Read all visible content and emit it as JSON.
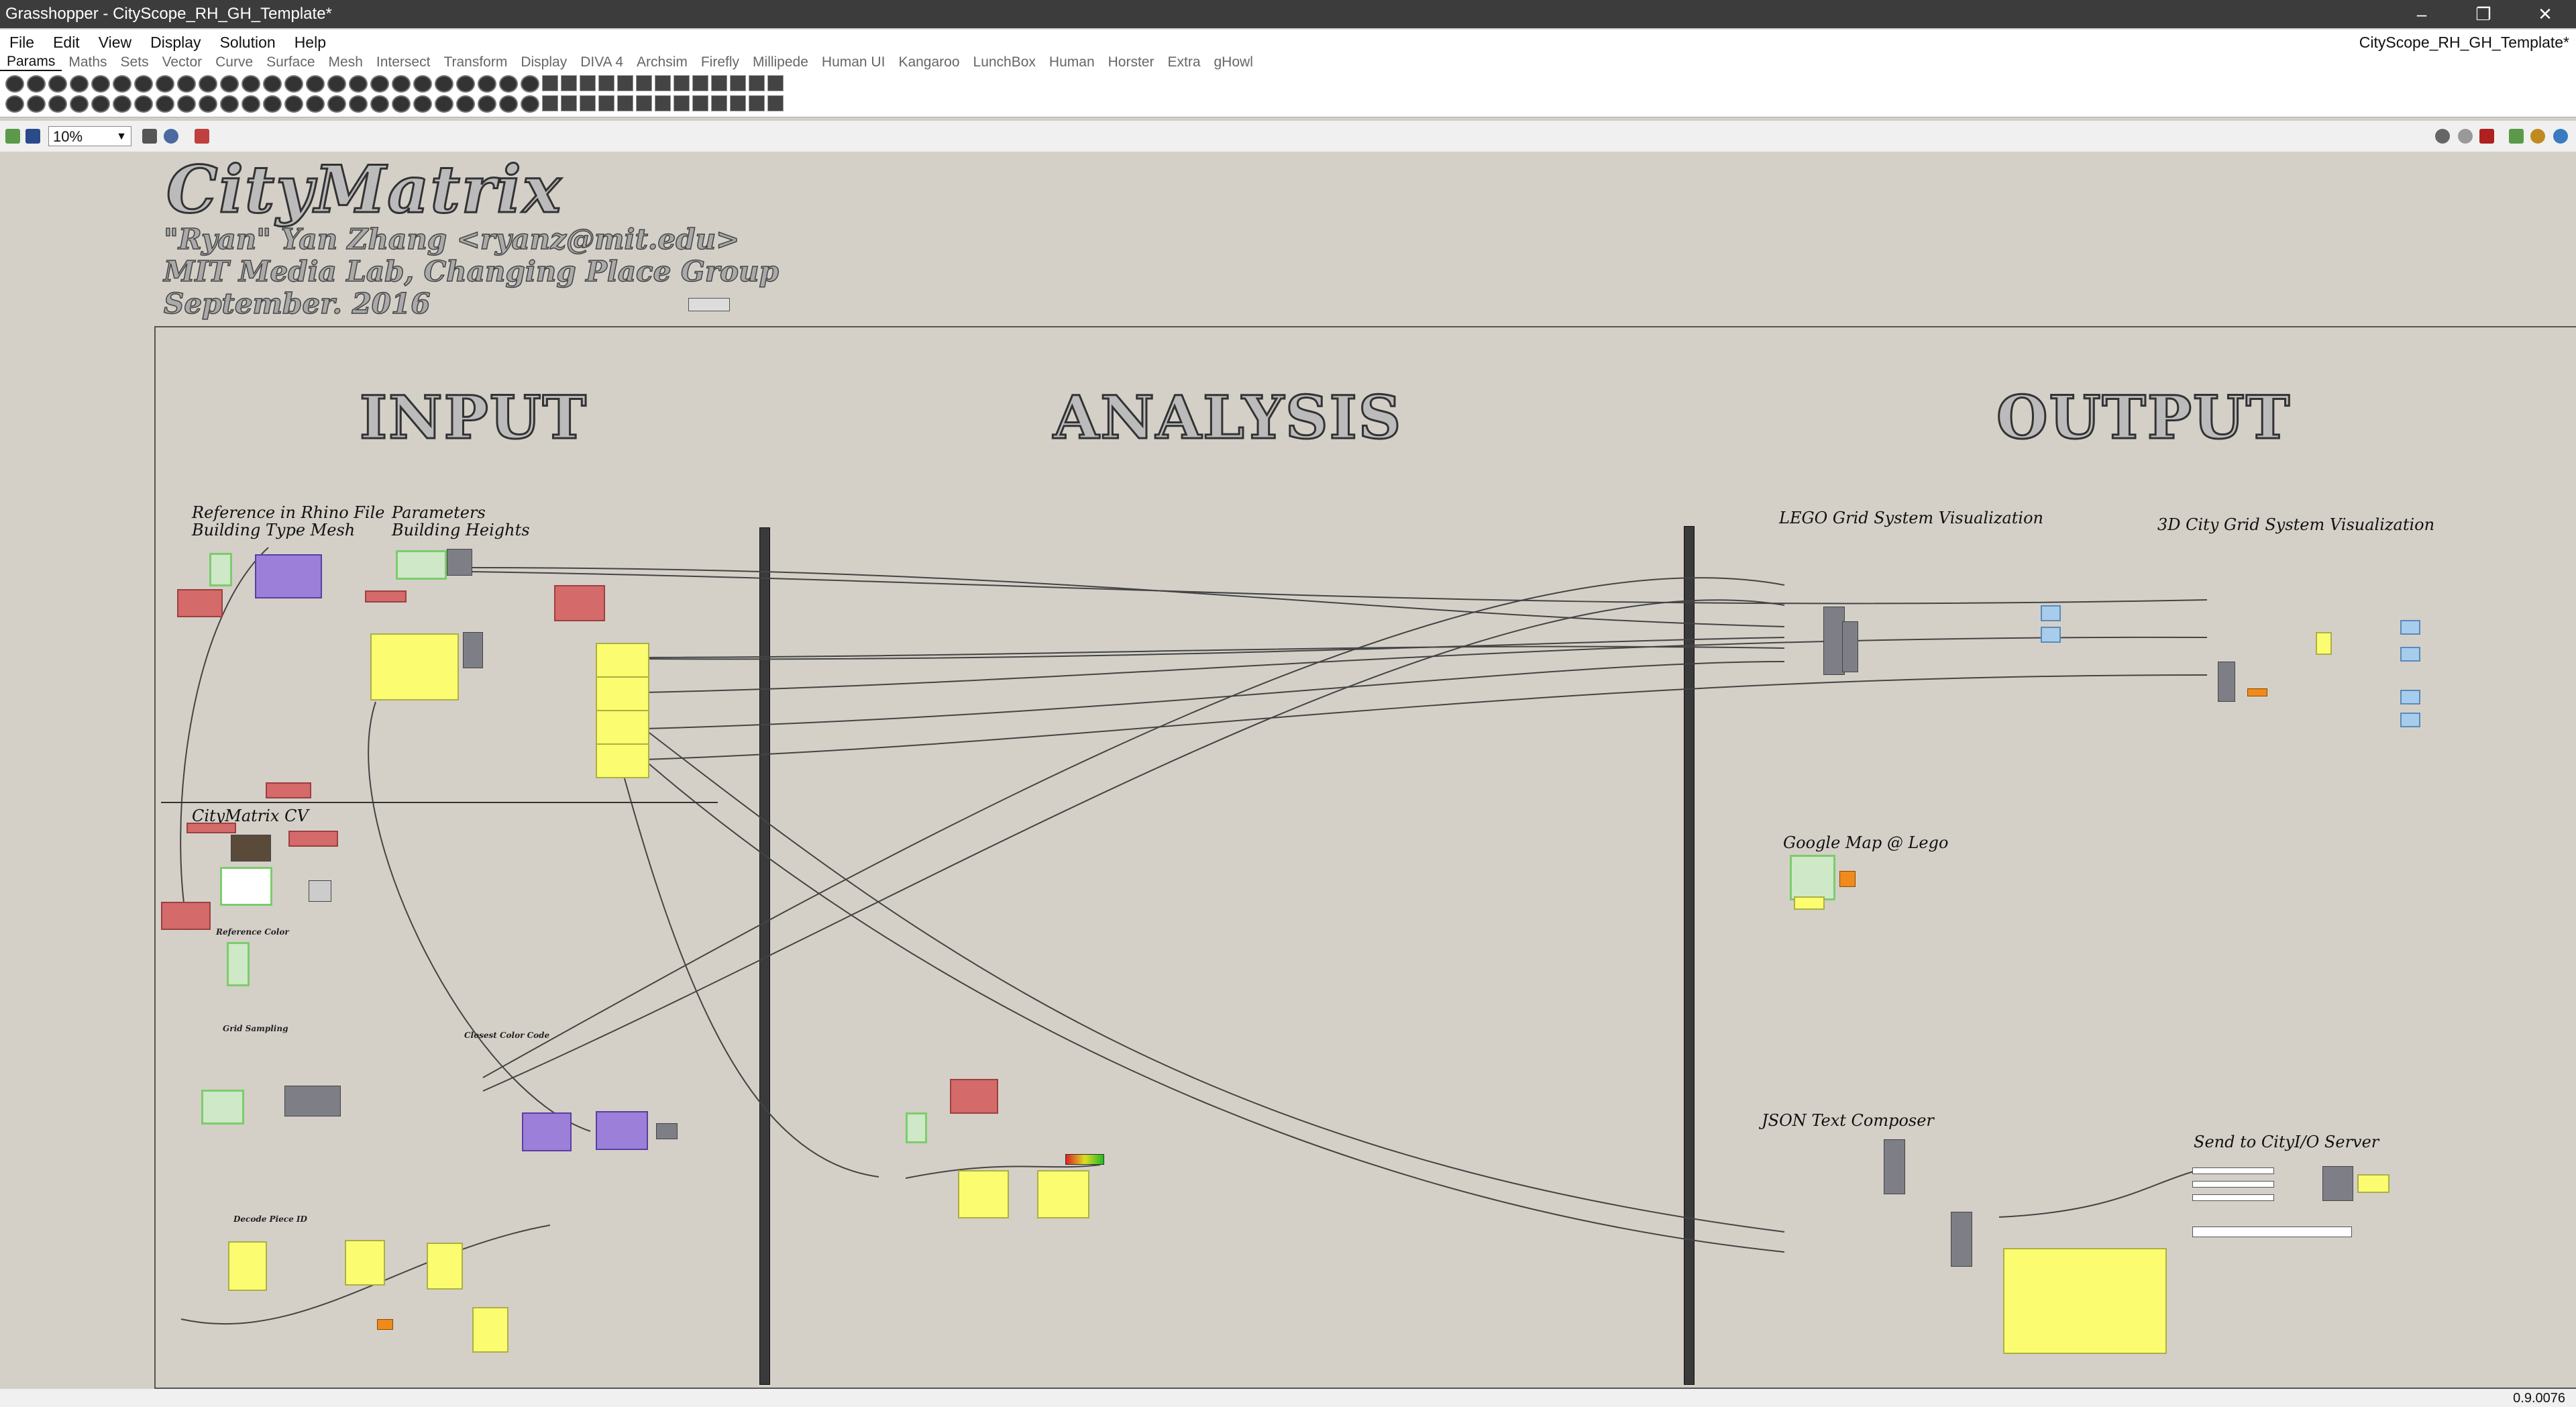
{
  "window": {
    "title": "Grasshopper - CityScope_RH_GH_Template*",
    "document": "CityScope_RH_GH_Template*"
  },
  "menu": [
    "File",
    "Edit",
    "View",
    "Display",
    "Solution",
    "Help"
  ],
  "tabs": [
    "Params",
    "Maths",
    "Sets",
    "Vector",
    "Curve",
    "Surface",
    "Mesh",
    "Intersect",
    "Transform",
    "Display",
    "DIVA 4",
    "Archsim",
    "Firefly",
    "Millipede",
    "Human UI",
    "Kangaroo",
    "LunchBox",
    "Human",
    "Horster",
    "Extra",
    "gHowl"
  ],
  "active_tab": "Params",
  "canvas_toolbar": {
    "zoom": "10%"
  },
  "header": {
    "title": "CityMatrix",
    "author": "\"Ryan\" Yan Zhang <ryanz@mit.edu>",
    "org": "MIT Media Lab, Changing Place Group",
    "date": "September. 2016"
  },
  "sections": {
    "input": "INPUT",
    "analysis": "ANALYSIS",
    "output": "OUTPUT"
  },
  "groups": {
    "reference_rhino": "Reference in Rhino File",
    "building_type_mesh": "Building Type Mesh",
    "parameters": "Parameters",
    "building_heights": "Building Heights",
    "citymatrix_cv": "CityMatrix CV",
    "reference_color": "Reference Color",
    "grid_sampling": "Grid Sampling",
    "closest_color_code": "Closest Color Code",
    "decode_piece_id": "Decode Piece ID",
    "lego_grid": "LEGO Grid System Visualization",
    "city_grid_3d": "3D City Grid System Visualization",
    "google_map": "Google Map @ Lego",
    "json_composer": "JSON Text Composer",
    "send_cityio": "Send to CityI/O Server"
  },
  "status": {
    "version": "0.9.0076"
  }
}
